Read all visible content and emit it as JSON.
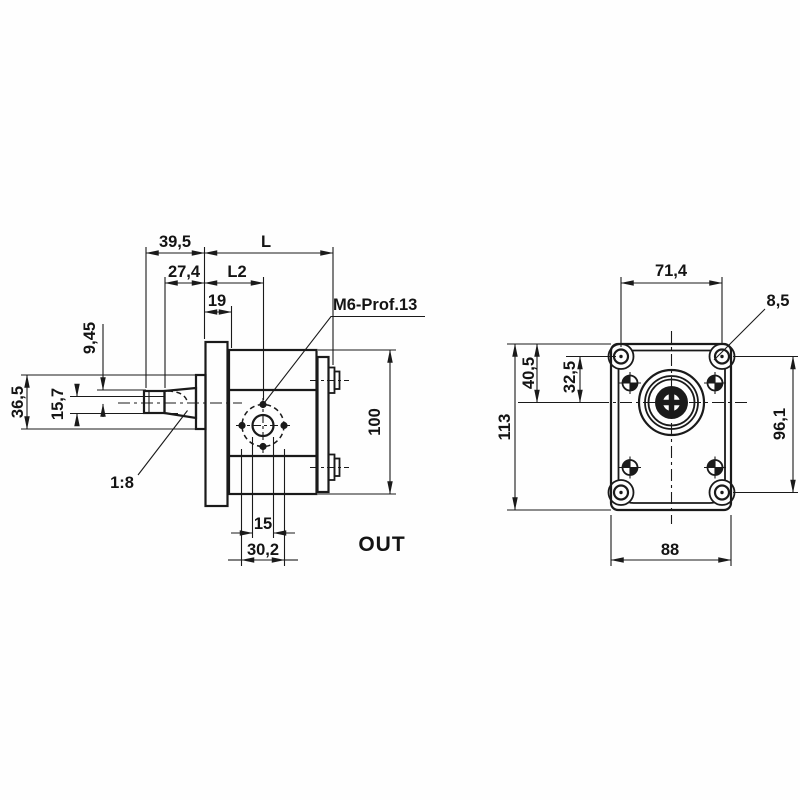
{
  "drawing": {
    "background": "#fefefe",
    "line_color": "#1a1a1a",
    "side_view": {
      "dim_39_5": "39,5",
      "dim_L": "L",
      "dim_27_4": "27,4",
      "dim_L2": "L2",
      "dim_19": "19",
      "thread_note": "M6-Prof.13",
      "dim_9_45": "9,45",
      "dim_36_5": "36,5",
      "dim_15_7": "15,7",
      "taper_ratio": "1:8",
      "dim_100": "100",
      "dim_15": "15",
      "dim_30_2": "30,2",
      "outlet_label": "OUT"
    },
    "front_view": {
      "dim_71_4": "71,4",
      "dim_8_5": "8,5",
      "dim_40_5": "40,5",
      "dim_32_5": "32,5",
      "dim_113": "113",
      "dim_96_1": "96,1",
      "dim_88": "88"
    }
  }
}
